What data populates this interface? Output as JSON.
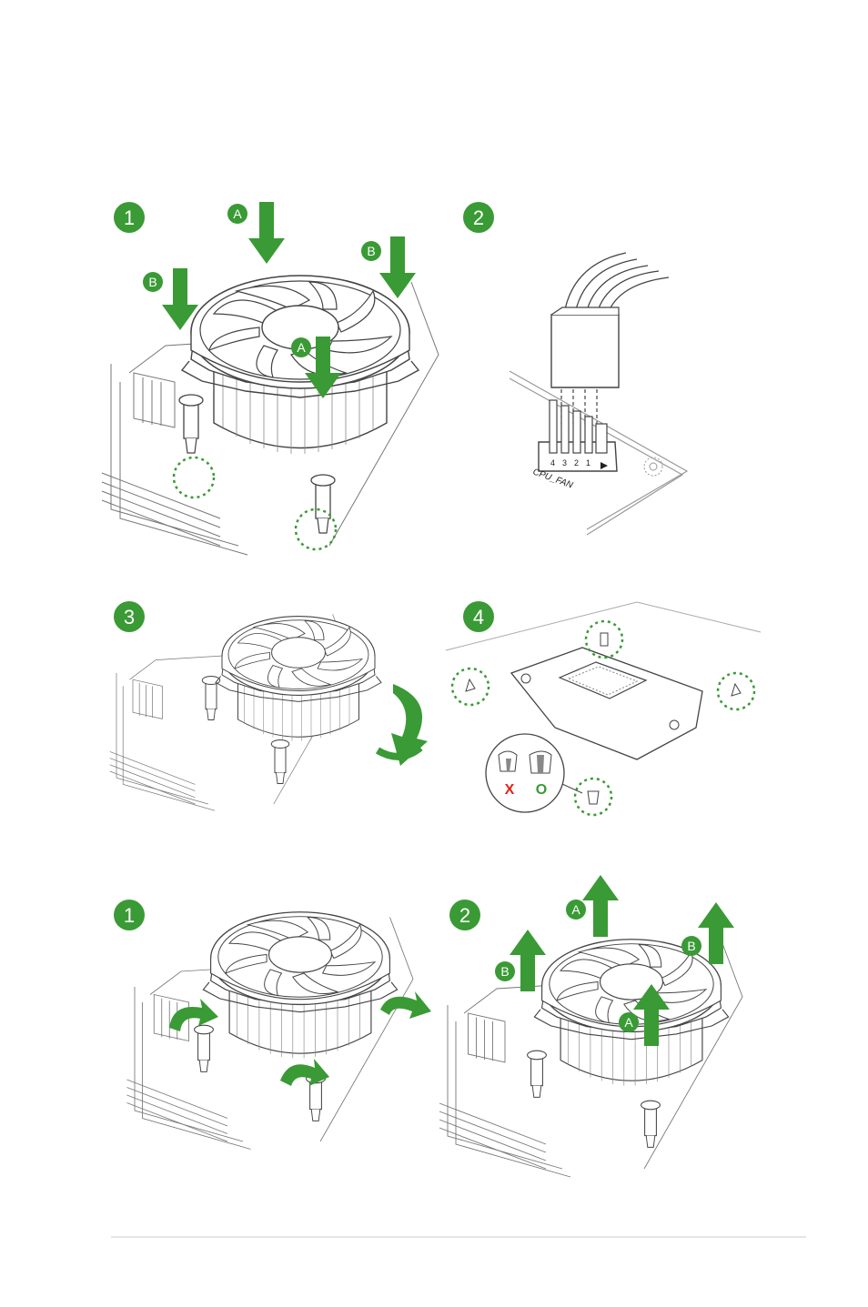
{
  "colors": {
    "green": "#3a9a35",
    "line": "#444444",
    "light_line": "#9a9a9a",
    "wrong": "#e2231a",
    "right": "#3a9a35"
  },
  "install": {
    "step1": {
      "number": "1",
      "labels": {
        "a_top": "A",
        "a_center": "A",
        "b_left": "B",
        "b_right": "B"
      }
    },
    "step2": {
      "number": "2",
      "connector_label": "CPU_FAN",
      "pins": [
        "4",
        "3",
        "2",
        "1"
      ]
    },
    "step3": {
      "number": "3"
    },
    "step4": {
      "number": "4",
      "wrong_mark": "X",
      "right_mark": "O"
    }
  },
  "uninstall": {
    "step1": {
      "number": "1"
    },
    "step2": {
      "number": "2",
      "labels": {
        "a_top": "A",
        "a_center": "A",
        "b_left": "B",
        "b_right": "B"
      }
    }
  }
}
